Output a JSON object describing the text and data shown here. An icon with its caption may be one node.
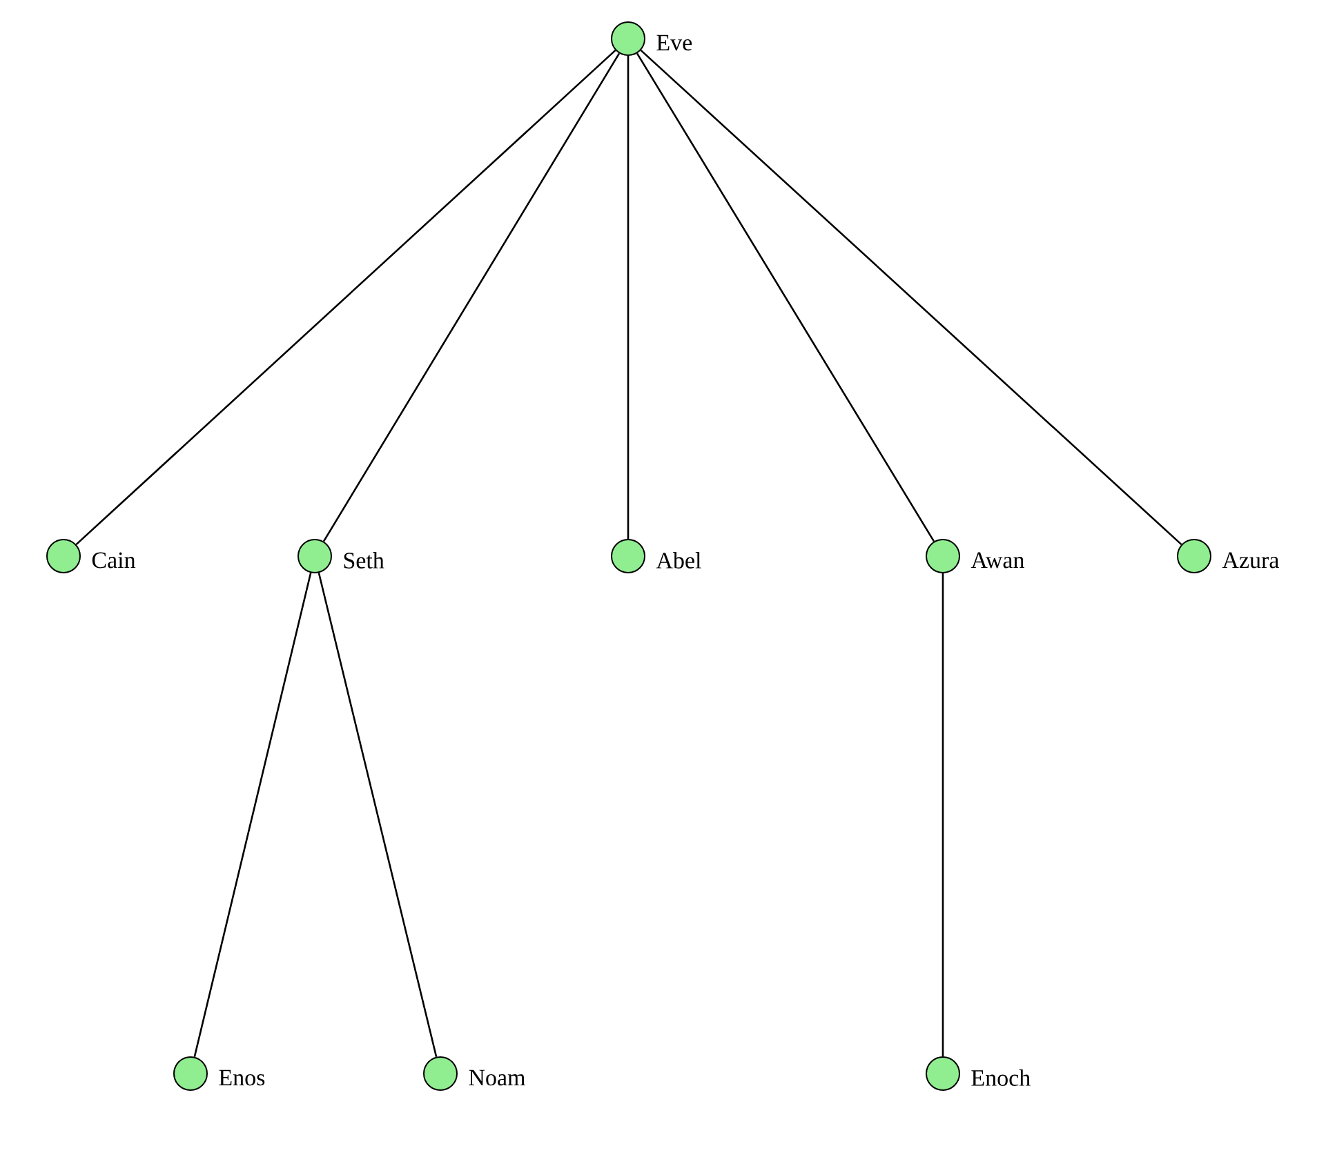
{
  "diagram": {
    "nodes": [
      {
        "text": [],
        "shape": "circle",
        "beside": [
          "Eve"
        ]
      },
      {
        "text": [],
        "shape": "circle",
        "beside": [
          "Cain"
        ]
      },
      {
        "text": [],
        "shape": "circle",
        "beside": [
          "Seth"
        ]
      },
      {
        "text": [],
        "shape": "circle",
        "beside": [
          "Abel"
        ]
      },
      {
        "text": [],
        "shape": "circle",
        "beside": [
          "Awan"
        ]
      },
      {
        "text": [],
        "shape": "circle",
        "beside": [
          "Azura"
        ]
      },
      {
        "text": [],
        "shape": "circle",
        "beside": [
          "Enos"
        ]
      },
      {
        "text": [],
        "shape": "circle",
        "beside": [
          "Noam"
        ]
      },
      {
        "text": [],
        "shape": "circle",
        "beside": [
          "Enoch"
        ]
      }
    ],
    "edges": [
      {
        "from": 0,
        "to": 1,
        "arrow": "none"
      },
      {
        "from": 0,
        "to": 2,
        "arrow": "none"
      },
      {
        "from": 0,
        "to": 3,
        "arrow": "none"
      },
      {
        "from": 0,
        "to": 4,
        "arrow": "none"
      },
      {
        "from": 0,
        "to": 5,
        "arrow": "none"
      },
      {
        "from": 2,
        "to": 6,
        "arrow": "none"
      },
      {
        "from": 2,
        "to": 7,
        "arrow": "none"
      },
      {
        "from": 4,
        "to": 8,
        "arrow": "none"
      }
    ]
  }
}
